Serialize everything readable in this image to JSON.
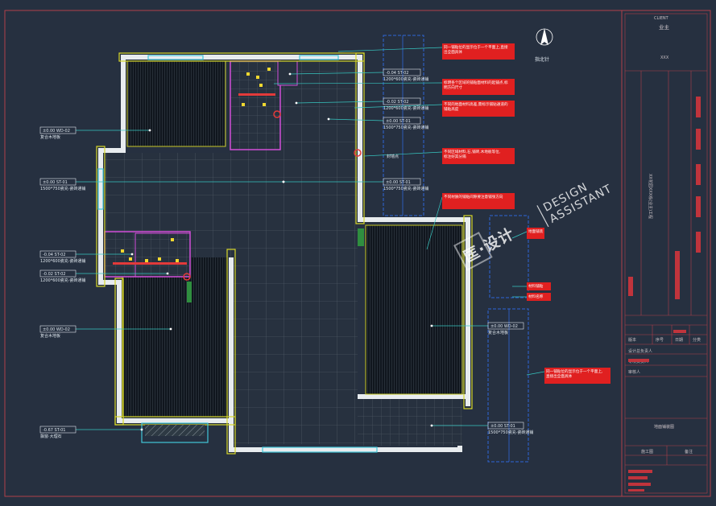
{
  "north": {
    "label": "指北针"
  },
  "title_block": {
    "client_label": "CLIENT",
    "client_name": "业主",
    "client_value": "XXX",
    "project_vertical": "XX花园XXX栋(业主)工程",
    "drawing_title": "地面铺装图",
    "rows_label": [
      "版本",
      "序号",
      "日期",
      "分类"
    ],
    "staff": [
      "设计总负责人",
      "专项负责人",
      "审核人"
    ],
    "footer_left": "施工图",
    "footer_right": "备注"
  },
  "tags": [
    {
      "code": "-0.04 ST-02",
      "desc": "1200*600瓷充·瓷砖通铺"
    },
    {
      "code": "-0.02 ST-02",
      "desc": "1200*600瓷充·瓷砖通铺"
    },
    {
      "code": "±0.00 ST-01",
      "desc": "1500*750瓷充·瓷砖通铺"
    },
    {
      "code": "±0.00 WD-02",
      "desc": "复合木地板"
    },
    {
      "code": "±0.00 ST-01",
      "desc": "1500*750瓷充·瓷砖通铺"
    },
    {
      "code": "±0.00 ST-01",
      "desc": "1500*750瓷充·瓷砖通铺"
    },
    {
      "code": "-0.04 ST-02",
      "desc": "1200*600瓷充·瓷砖通铺"
    },
    {
      "code": "-0.02 ST-02",
      "desc": "1200*600瓷充·瓷砖通铺"
    },
    {
      "code": "±0.00 WD-02",
      "desc": "复合木地板"
    },
    {
      "code": "-0.67 ST-01",
      "desc": "飘窗·大理石"
    },
    {
      "code": "±0.00 WD-02",
      "desc": "复合木地板"
    },
    {
      "code": "±0.00 ST-01",
      "desc": "1500*750瓷充·瓷砖通铺"
    }
  ],
  "door_label": "封墙点",
  "notes": [
    "同一铺贴位的显示位于一个平面上,直接出全面具体",
    "标明各个区域的铺贴面材料的起铺点,标明方向尺寸",
    "不同的地面材料高差,需标示铺贴通道的铺贴高度",
    "不同区域材料,石,铺砖,木地板等位,标注好其分隔",
    "不同材质的铺贴间隙要注意铺张方向",
    "地面铺装",
    "材料铺贴",
    "材料名称",
    "同一铺贴位的显示位于一个平面上,直接出全面具体"
  ],
  "watermark": {
    "brand": "匡·设计",
    "en1": "DESIGN",
    "en2": "ASSISTANT"
  }
}
